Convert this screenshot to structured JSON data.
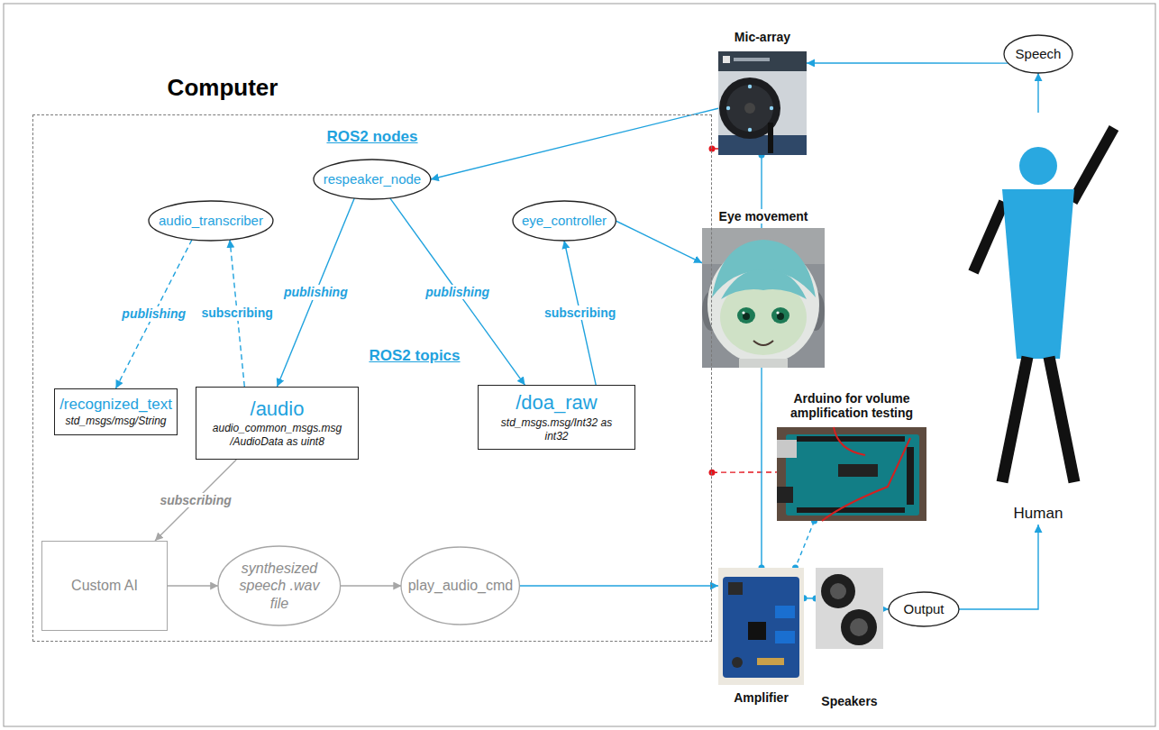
{
  "diagram": {
    "nodes": [
      {
        "text": [
          "Computer"
        ]
      },
      {
        "text": [
          "respeaker_node"
        ],
        "in": 0
      },
      {
        "text": [
          "audio_transcriber"
        ],
        "in": 0
      },
      {
        "text": [
          "eye_controller"
        ],
        "in": 0
      },
      {
        "text": [
          "/recognized_text",
          "std_msgs/msg/String"
        ],
        "in": 0
      },
      {
        "text": [
          "/audio",
          "audio_common_msgs.msg /AudioData as uint8"
        ],
        "in": 0
      },
      {
        "text": [
          "/doa_raw",
          "std_msgs.msg/Int32 as int32"
        ],
        "in": 0
      },
      {
        "text": [
          "Custom AI"
        ],
        "in": 0
      },
      {
        "text": [
          "synthesized speech .wav file"
        ],
        "in": 0
      },
      {
        "text": [
          "play_audio_cmd"
        ],
        "in": 0
      },
      {
        "text": [
          "Mic-array"
        ]
      },
      {
        "text": [
          "Speech"
        ]
      },
      {
        "text": [
          "Eye movement"
        ]
      },
      {
        "text": [
          "Arduino for volume amplification testing"
        ]
      },
      {
        "text": [
          "Human"
        ]
      },
      {
        "text": [
          "Amplifier"
        ]
      },
      {
        "text": [
          "Speakers"
        ]
      },
      {
        "text": [
          "Output"
        ]
      }
    ],
    "edges": [
      {
        "from": 14,
        "to": 11,
        "arrow": "to"
      },
      {
        "from": 11,
        "to": 10,
        "arrow": "to"
      },
      {
        "from": 10,
        "to": 1,
        "arrow": "to"
      },
      {
        "from": 0,
        "to": 10,
        "arrow": "none"
      },
      {
        "from": 0,
        "to": 13,
        "arrow": "none"
      },
      {
        "from": 10,
        "to": 15,
        "arrow": "none"
      },
      {
        "from": 3,
        "to": 12,
        "arrow": "to"
      },
      {
        "from": 1,
        "to": 5,
        "label": "publishing",
        "arrow": "to"
      },
      {
        "from": 1,
        "to": 6,
        "label": "publishing",
        "arrow": "to"
      },
      {
        "from": 6,
        "to": 3,
        "label": "subscribing",
        "arrow": "to"
      },
      {
        "from": 5,
        "to": 2,
        "label": "subscribing",
        "arrow": "to"
      },
      {
        "from": 2,
        "to": 4,
        "label": "publishing",
        "arrow": "to"
      },
      {
        "from": 5,
        "to": 7,
        "label": "subscribing",
        "arrow": "to"
      },
      {
        "from": 7,
        "to": 8,
        "arrow": "to"
      },
      {
        "from": 8,
        "to": 9,
        "arrow": "to"
      },
      {
        "from": 9,
        "to": 15,
        "arrow": "to"
      },
      {
        "from": 15,
        "to": 16,
        "arrow": "none"
      },
      {
        "from": 16,
        "to": 17,
        "arrow": "to"
      },
      {
        "from": 17,
        "to": 14,
        "arrow": "to"
      },
      {
        "from": 13,
        "to": 15,
        "arrow": "none"
      }
    ],
    "labels": [
      "ROS2 nodes",
      "ROS2 topics"
    ]
  }
}
